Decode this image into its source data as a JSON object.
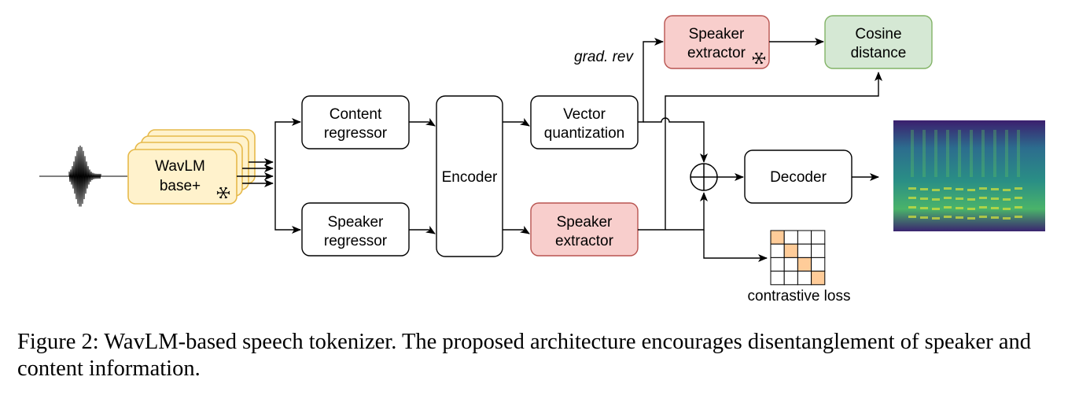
{
  "figure": {
    "blocks": {
      "wavlm": [
        "WavLM",
        "base+"
      ],
      "content_regressor": [
        "Content",
        "regressor"
      ],
      "speaker_regressor": [
        "Speaker",
        "regressor"
      ],
      "encoder": "Encoder",
      "vector_quantization": [
        "Vector",
        "quantization"
      ],
      "speaker_extractor_main": [
        "Speaker",
        "extractor"
      ],
      "speaker_extractor_frozen": [
        "Speaker",
        "extractor"
      ],
      "cosine_distance": [
        "Cosine",
        "distance"
      ],
      "decoder": "Decoder"
    },
    "grad_rev_label": "grad. rev",
    "contrastive_loss_label": "contrastive loss",
    "colors": {
      "wavlm_fill": "#fff2cc",
      "wavlm_stroke": "#e6b94a",
      "speaker_extractor_fill": "#f8cecc",
      "speaker_extractor_stroke": "#b85450",
      "cosine_fill": "#d5e8d4",
      "cosine_stroke": "#82b366",
      "contrastive_highlight": "#ffcc99"
    },
    "icons": [
      "waveform-icon",
      "snowflake-icon",
      "adder-icon",
      "spectrogram-icon",
      "contrastive-grid-icon"
    ]
  },
  "caption": "Figure 2: WavLM-based speech tokenizer. The proposed architecture encourages disentanglement of speaker and content information."
}
